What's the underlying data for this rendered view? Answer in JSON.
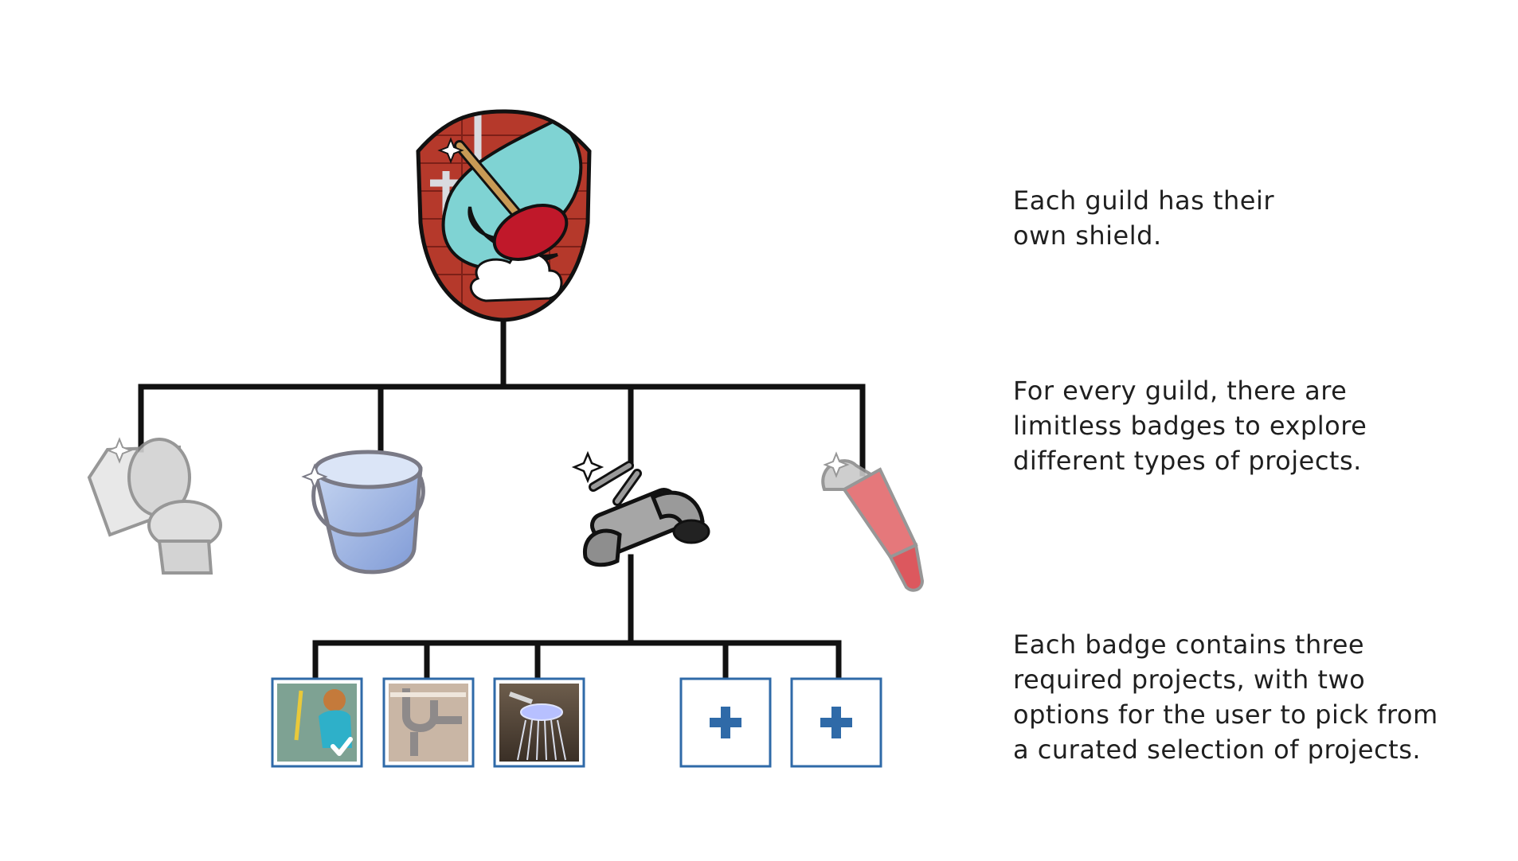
{
  "captions": {
    "shield": [
      "Each guild has their",
      "own shield."
    ],
    "badges": [
      "For every guild, there are",
      "limitless badges to explore",
      "different types of projects."
    ],
    "projects": [
      "Each badge contains three",
      "required projects, with two",
      "options for the user to pick from",
      "a curated selection of projects."
    ]
  },
  "guild": {
    "icon": "shield-plunger-icon"
  },
  "badges": [
    {
      "icon": "toilet-icon",
      "state": "locked"
    },
    {
      "icon": "bucket-icon",
      "state": "locked"
    },
    {
      "icon": "faucet-icon",
      "state": "selected"
    },
    {
      "icon": "pipe-wrench-icon",
      "state": "locked"
    }
  ],
  "projects": [
    {
      "icon": "cleaning-photo-icon",
      "type": "photo",
      "completed": true
    },
    {
      "icon": "sink-pipes-photo-icon",
      "type": "photo",
      "completed": false
    },
    {
      "icon": "shower-head-photo-icon",
      "type": "photo",
      "completed": false
    },
    {
      "icon": "plus-icon",
      "type": "add",
      "completed": false
    },
    {
      "icon": "plus-icon",
      "type": "add",
      "completed": false
    }
  ],
  "colors": {
    "line": "#111111",
    "frame": "#2f6aa8",
    "plus": "#2f6aa8",
    "shield_brick": "#b5392b",
    "shield_water": "#7fd3d3",
    "plunger_cup": "#c0182a"
  }
}
